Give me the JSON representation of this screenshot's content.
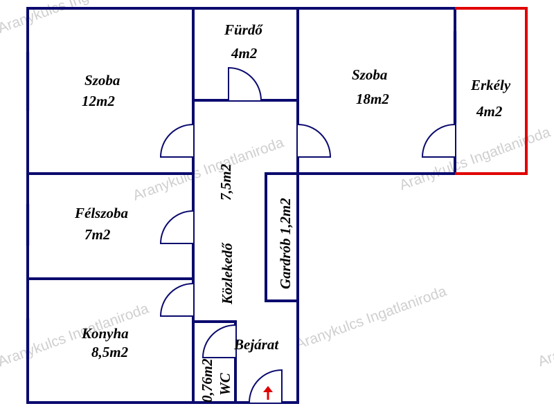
{
  "rooms": {
    "szoba1": {
      "name": "Szoba",
      "area": "12m2"
    },
    "furdo": {
      "name": "Fürdő",
      "area": "4m2"
    },
    "szoba2": {
      "name": "Szoba",
      "area": "18m2"
    },
    "erkely": {
      "name": "Erkély",
      "area": "4m2"
    },
    "felszoba": {
      "name": "Félszoba",
      "area": "7m2"
    },
    "kozlekedo": {
      "name": "Közlekedő",
      "area": "7,5m2"
    },
    "gardrob": {
      "label": "Gardrób 1,2m2"
    },
    "konyha": {
      "name": "Konyha",
      "area": "8,5m2"
    },
    "bejarat": {
      "name": "Bejárat"
    },
    "wc": {
      "name": "WC",
      "area": "0,76m2"
    }
  },
  "watermark": "Aranykulcs Ingatlaniroda",
  "colors": {
    "wall": "#0a0a6e",
    "balcony": "#e00000",
    "window": "#aac4e0",
    "entrance_arrow": "#e00000"
  }
}
